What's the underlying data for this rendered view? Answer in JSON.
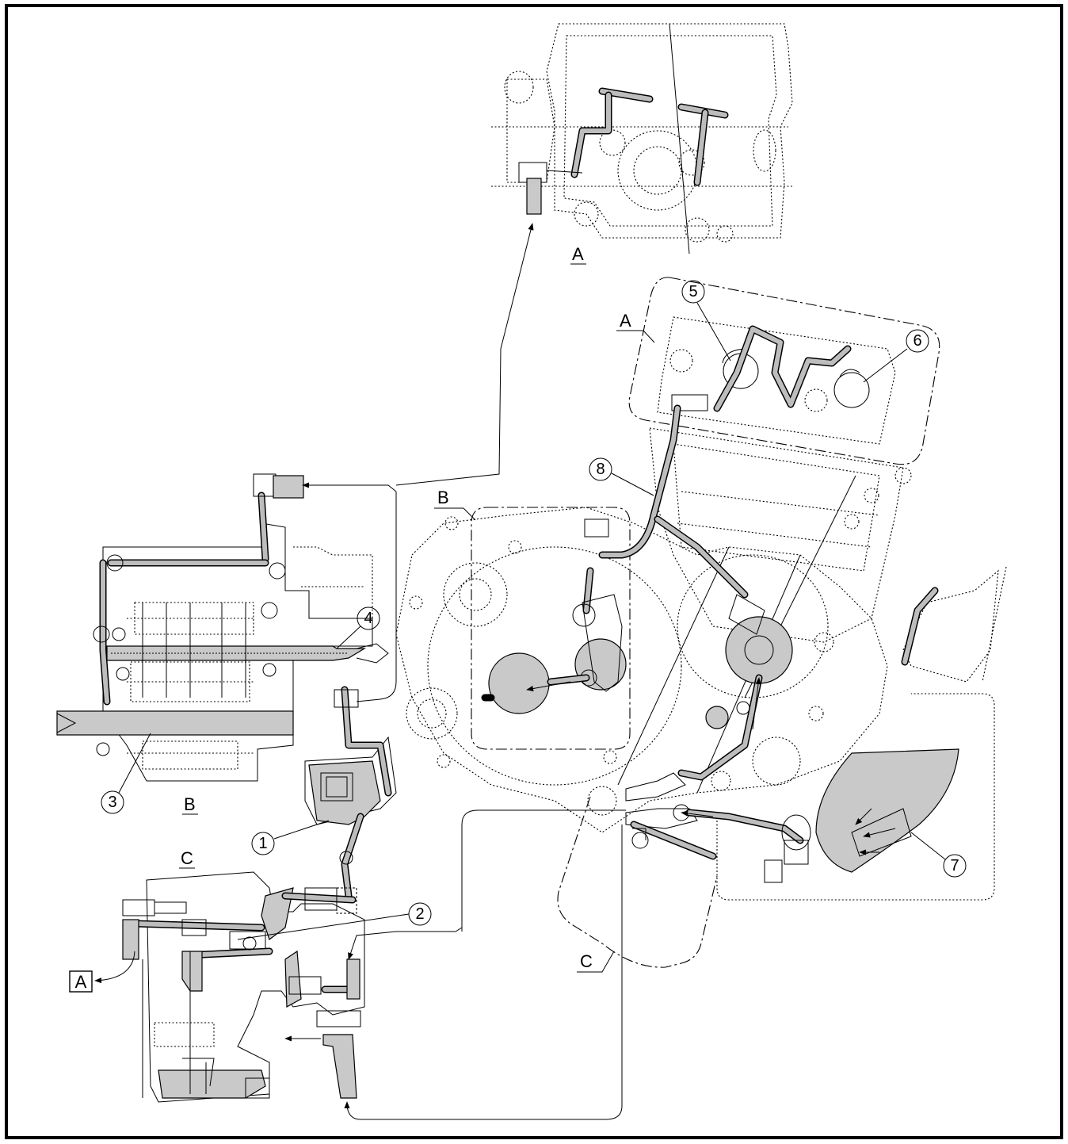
{
  "labels": {
    "section_a": "A",
    "section_b": "B",
    "section_c": "C",
    "boxed_a": "A"
  },
  "callouts": {
    "c1": "1",
    "c2": "2",
    "c3": "3",
    "c4": "4",
    "c5": "5",
    "c6": "6",
    "c7": "7",
    "c8": "8"
  },
  "colors": {
    "line": "#000000",
    "oil_fill": "#c9c9c9",
    "background": "#ffffff"
  }
}
